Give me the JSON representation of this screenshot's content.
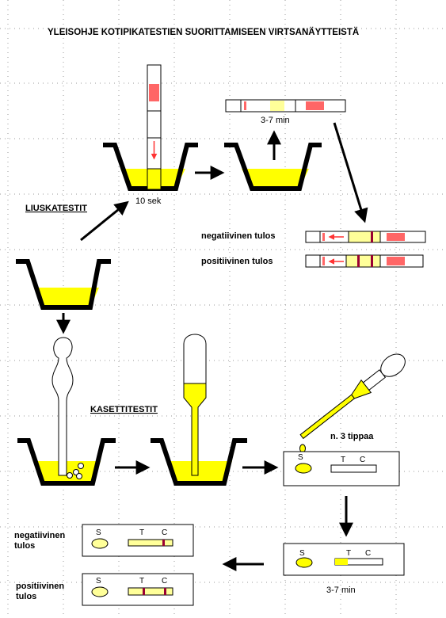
{
  "title": "YLEISOHJE KOTIPIKATESTIEN SUORITTAMISEEN VIRTSANÄYTTEISTÄ",
  "strip_section": {
    "label": "LIUSKATESTIT",
    "dip_time": "10 sek",
    "read_time": "3-7 min",
    "negative_label": "negatiivinen tulos",
    "positive_label": "positiivinen tulos"
  },
  "cassette_section": {
    "label": "KASETTITESTIT",
    "drops_label": "n. 3 tippaa",
    "window_s": "S",
    "window_t": "T",
    "window_c": "C",
    "read_time": "3-7 min",
    "negative_label_line1": "negatiivinen",
    "negative_label_line2": "tulos",
    "positive_label_line1": "positiivinen",
    "positive_label_line2": "tulos"
  },
  "colors": {
    "urine": "#ffff00",
    "pad_red": "#ff6666",
    "pale_yellow": "#ffff99",
    "result_line": "#990033",
    "arrow_red": "#ff3333",
    "grid_dot": "#999999"
  }
}
